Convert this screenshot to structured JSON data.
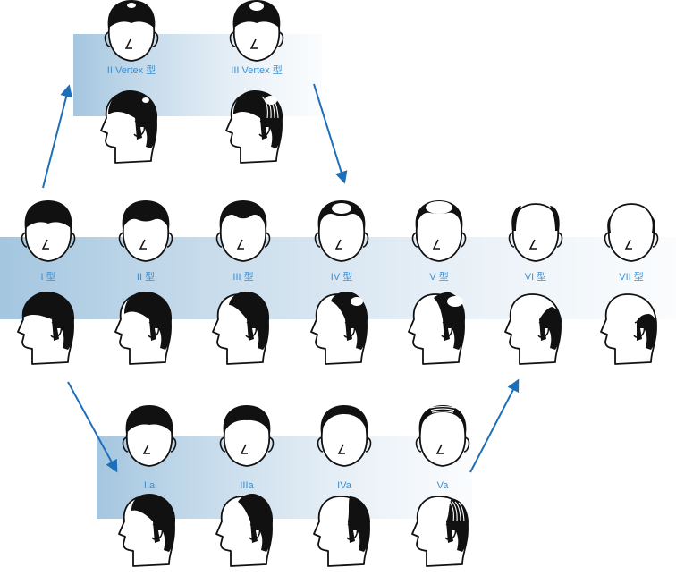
{
  "colors": {
    "label": "#3a8fd2",
    "arrow": "#1f6fb8",
    "band": "#9fc3de",
    "hair": "#111111",
    "skin": "#ffffff",
    "outline": "#111111"
  },
  "rows": [
    {
      "id": "vertex",
      "stages": [
        {
          "id": "II-vertex",
          "label": "II Vertex 型",
          "pattern": "vertex-small"
        },
        {
          "id": "III-vertex",
          "label": "III Vertex 型",
          "pattern": "vertex-medium"
        }
      ]
    },
    {
      "id": "main",
      "stages": [
        {
          "id": "I",
          "label": "I 型",
          "pattern": "full"
        },
        {
          "id": "II",
          "label": "II 型",
          "pattern": "temple-slight"
        },
        {
          "id": "III",
          "label": "III 型",
          "pattern": "temple-deep"
        },
        {
          "id": "IV",
          "label": "IV 型",
          "pattern": "temple-crown"
        },
        {
          "id": "V",
          "label": "V 型",
          "pattern": "bridge"
        },
        {
          "id": "VI",
          "label": "VI 型",
          "pattern": "horseshoe"
        },
        {
          "id": "VII",
          "label": "VII 型",
          "pattern": "rim"
        }
      ]
    },
    {
      "id": "anterior",
      "stages": [
        {
          "id": "IIa",
          "label": "IIa",
          "pattern": "front-a"
        },
        {
          "id": "IIIa",
          "label": "IIIa",
          "pattern": "front-b"
        },
        {
          "id": "IVa",
          "label": "IVa",
          "pattern": "front-c"
        },
        {
          "id": "Va",
          "label": "Va",
          "pattern": "front-d"
        }
      ]
    }
  ],
  "arrows": [
    {
      "from": "I",
      "to": "II-vertex"
    },
    {
      "from": "III-vertex",
      "to": "IV"
    },
    {
      "from": "I",
      "to": "IIa"
    },
    {
      "from": "Va",
      "to": "VI"
    }
  ]
}
